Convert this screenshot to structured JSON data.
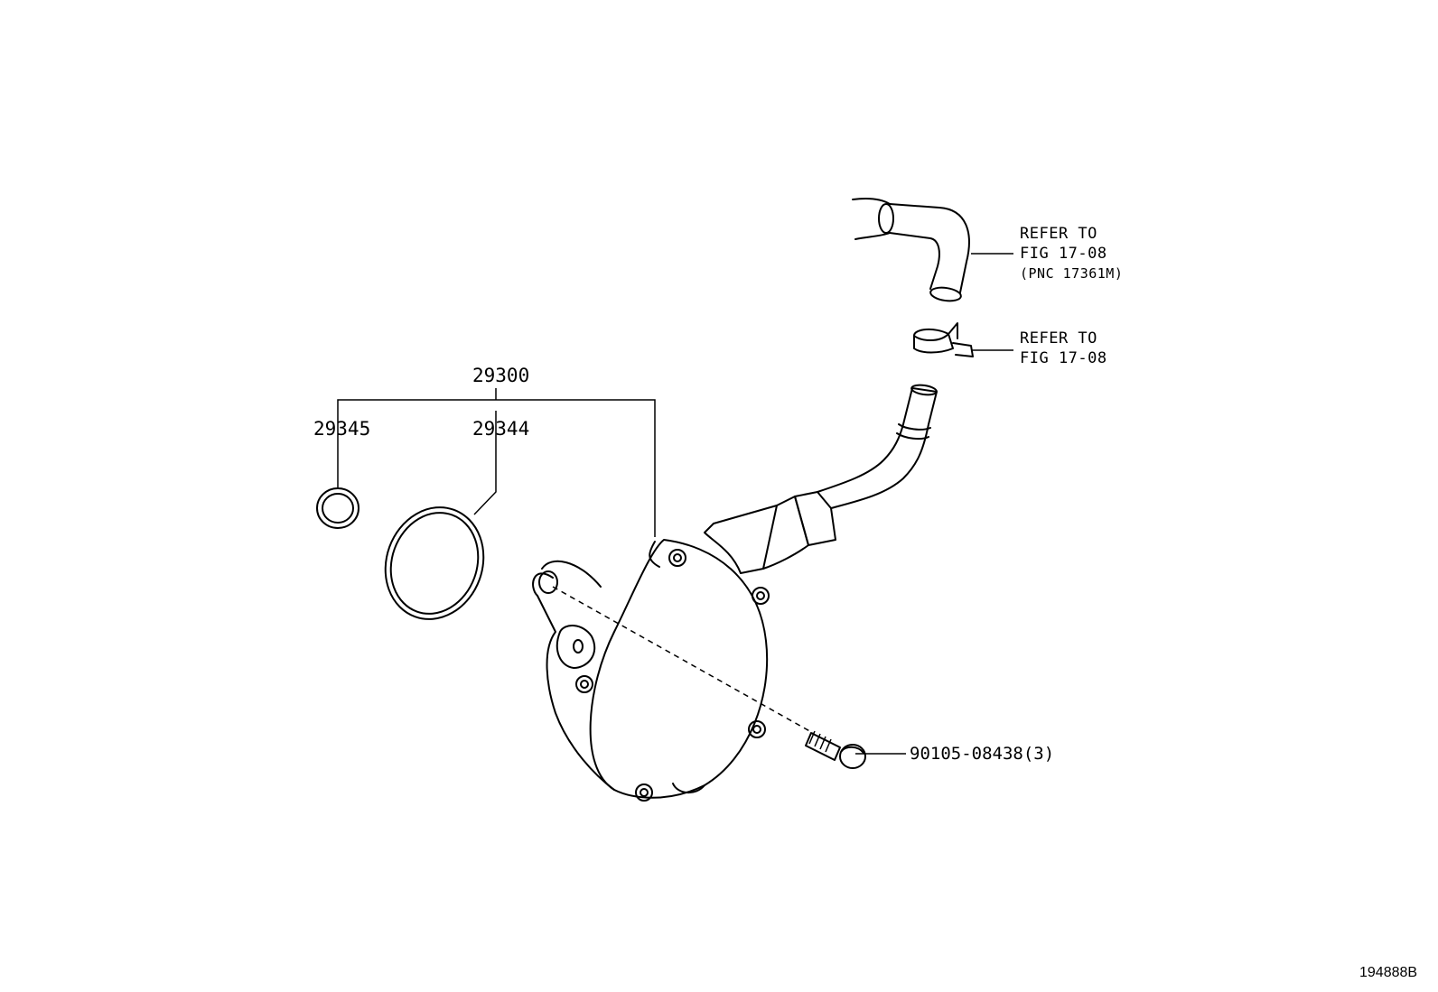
{
  "parts": {
    "assembly": "29300",
    "small_o_ring": "29345",
    "large_o_ring": "29344",
    "bolt": "90105-08438(3)"
  },
  "references": {
    "hose": {
      "line1": "REFER TO",
      "line2": "FIG 17-08",
      "line3": "(PNC 17361M)"
    },
    "clamp": {
      "line1": "REFER TO",
      "line2": "FIG 17-08"
    }
  },
  "figure_code": "194888B"
}
